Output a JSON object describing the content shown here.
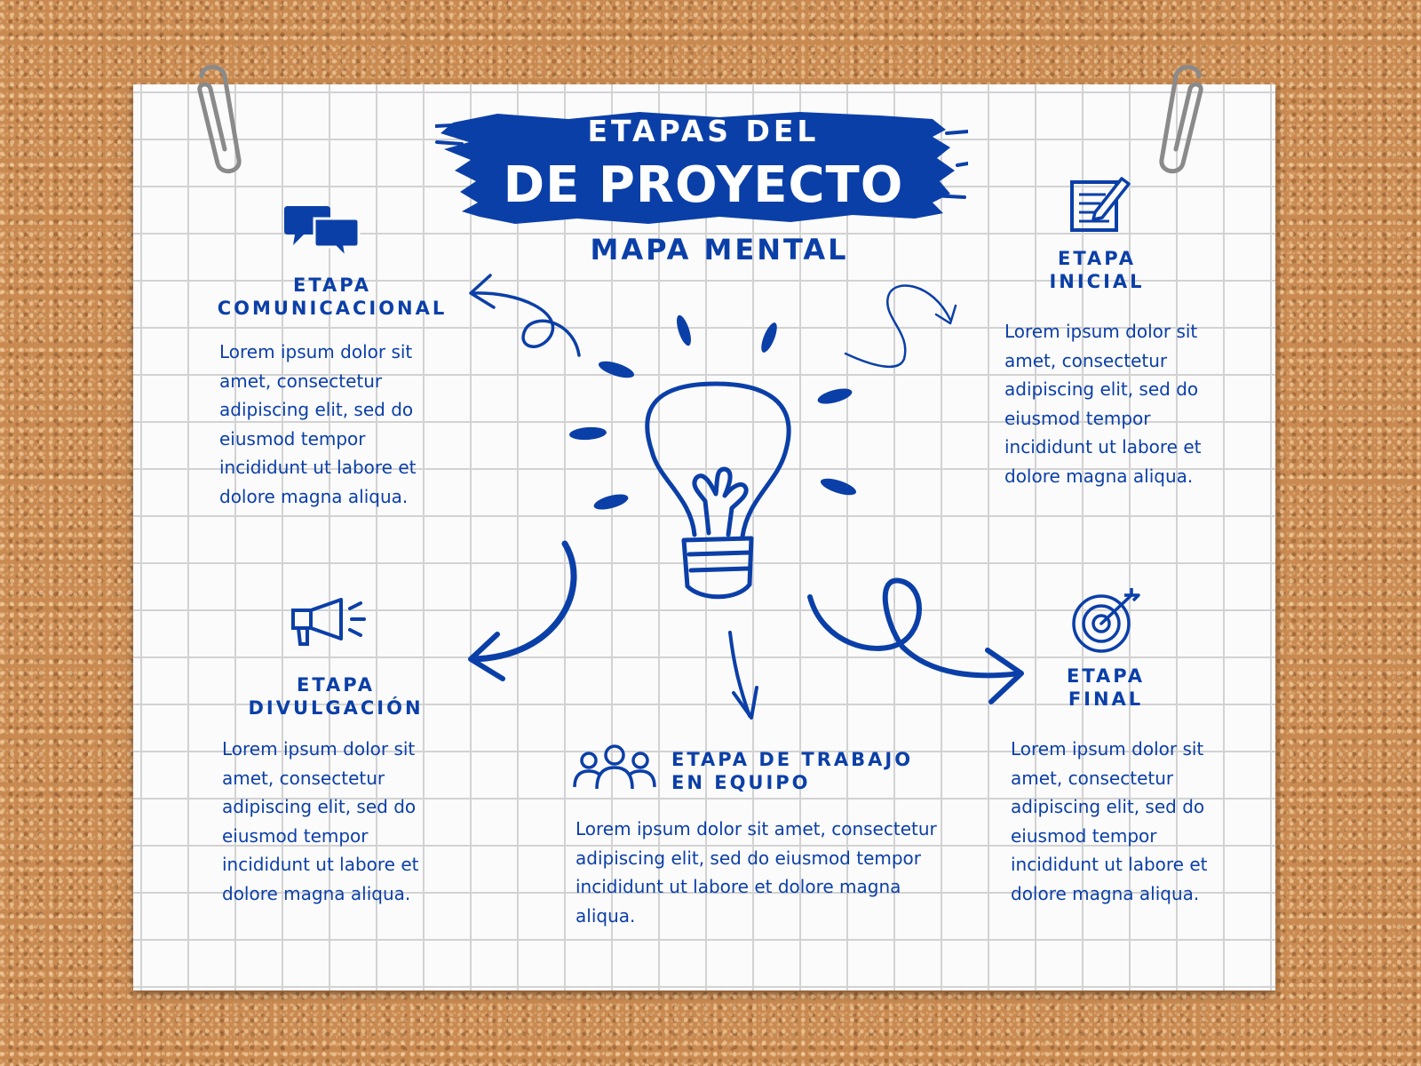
{
  "title": {
    "line1": "Etapas del",
    "line2": "de Proyecto",
    "subtitle": "Mapa mental"
  },
  "stages": {
    "comunicacional": {
      "heading_line1": "Etapa",
      "heading_line2": "Comunicacional",
      "body": "Lorem ipsum dolor sit amet, consectetur adipiscing elit, sed do eiusmod tempor incididunt ut labore et dolore magna aliqua."
    },
    "inicial": {
      "heading_line1": "Etapa",
      "heading_line2": "Inicial",
      "body": "Lorem ipsum dolor sit amet, consectetur adipiscing elit, sed do eiusmod tempor incididunt ut labore et dolore magna aliqua."
    },
    "divulgacion": {
      "heading_line1": "Etapa",
      "heading_line2": "Divulgación",
      "body": "Lorem ipsum dolor sit amet, consectetur adipiscing elit, sed do eiusmod tempor incididunt ut labore et dolore magna aliqua."
    },
    "trabajo_equipo": {
      "heading_line1": "Etapa de trabajo",
      "heading_line2": "en equipo",
      "body": "Lorem ipsum dolor sit amet, consectetur adipiscing elit, sed do eiusmod tempor incididunt ut labore et dolore magna aliqua."
    },
    "final": {
      "heading_line1": "Etapa",
      "heading_line2": "Final",
      "body": "Lorem ipsum dolor sit amet, consectetur adipiscing elit, sed do eiusmod tempor incididunt ut labore et dolore magna aliqua."
    }
  },
  "icons": {
    "comunicacional": "speech-bubbles-icon",
    "inicial": "document-pencil-icon",
    "divulgacion": "megaphone-icon",
    "trabajo_equipo": "team-icon",
    "final": "target-icon",
    "center": "lightbulb-icon"
  },
  "colors": {
    "ink": "#0b3fa8",
    "paper": "#fbfbfb",
    "cork": "#c98a52"
  }
}
